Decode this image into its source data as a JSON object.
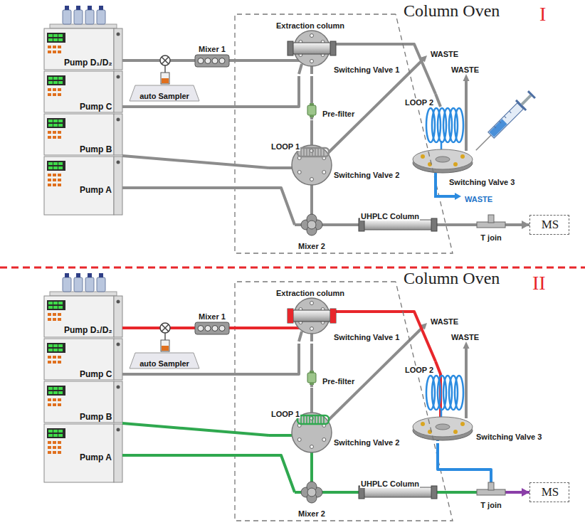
{
  "diagram": {
    "nodes": [
      {
        "text": [
          "Column Oven"
        ]
      },
      {
        "text": [
          "Pump D₁/D₂"
        ]
      },
      {
        "text": [
          "Pump C"
        ]
      },
      {
        "text": [
          "Pump B"
        ]
      },
      {
        "text": [
          "Pump A"
        ]
      },
      {
        "text": [
          "auto Sampler"
        ]
      },
      {
        "text": [
          "Mixer 1"
        ]
      },
      {
        "text": [
          "Extraction column",
          "Switching Valve 1"
        ],
        "in": 0
      },
      {
        "text": [
          "Pre-filter"
        ],
        "in": 0
      },
      {
        "text": [
          "LOOP 1",
          "Switching Valve 2"
        ],
        "in": 0
      },
      {
        "text": [
          "Mixer 2"
        ],
        "in": 0
      },
      {
        "text": [
          "UHPLC Column"
        ],
        "in": 0
      },
      {
        "text": [
          "LOOP 2",
          "Switching Valve 3"
        ]
      },
      {
        "text": [
          "T join"
        ]
      },
      {
        "text": [
          "MS"
        ]
      },
      {
        "text": [
          "Column Oven"
        ]
      },
      {
        "text": [
          "Pump D₁/D₂"
        ]
      },
      {
        "text": [
          "Pump C"
        ]
      },
      {
        "text": [
          "Pump B"
        ]
      },
      {
        "text": [
          "Pump A"
        ]
      },
      {
        "text": [
          "auto Sampler"
        ]
      },
      {
        "text": [
          "Mixer 1"
        ]
      },
      {
        "text": [
          "Extraction column",
          "Switching Valve 1"
        ],
        "in": 15
      },
      {
        "text": [
          "Pre-filter"
        ],
        "in": 15
      },
      {
        "text": [
          "LOOP 1",
          "Switching Valve 2"
        ],
        "in": 15
      },
      {
        "text": [
          "Mixer 2"
        ],
        "in": 15
      },
      {
        "text": [
          "UHPLC Column"
        ],
        "in": 15
      },
      {
        "text": [
          "LOOP 2",
          "Switching Valve 3"
        ]
      },
      {
        "text": [
          "T join"
        ]
      },
      {
        "text": [
          "MS"
        ]
      }
    ],
    "edges": [
      {
        "from": 1,
        "to": 5,
        "arrow": "none"
      },
      {
        "from": 5,
        "to": 6,
        "arrow": "none"
      },
      {
        "from": 6,
        "to": 7,
        "arrow": "none"
      },
      {
        "from": 2,
        "to": 7,
        "arrow": "none"
      },
      {
        "from": 7,
        "to": 8,
        "arrow": "none"
      },
      {
        "from": 8,
        "to": 9,
        "arrow": "none"
      },
      {
        "from": 3,
        "to": 9,
        "arrow": "none"
      },
      {
        "from": 9,
        "to": 10,
        "arrow": "none"
      },
      {
        "from": 4,
        "to": 10,
        "arrow": "none"
      },
      {
        "from": 10,
        "to": 11,
        "arrow": "none"
      },
      {
        "from": 11,
        "to": 13,
        "arrow": "none"
      },
      {
        "from": 13,
        "to": 14,
        "arrow": "to"
      },
      {
        "from": 7,
        "to": 12,
        "arrow": "none"
      },
      {
        "from": 16,
        "to": 20,
        "arrow": "none"
      },
      {
        "from": 20,
        "to": 21,
        "arrow": "none"
      },
      {
        "from": 21,
        "to": 22,
        "arrow": "none"
      },
      {
        "from": 17,
        "to": 22,
        "arrow": "none"
      },
      {
        "from": 22,
        "to": 23,
        "arrow": "none"
      },
      {
        "from": 23,
        "to": 24,
        "arrow": "none"
      },
      {
        "from": 18,
        "to": 24,
        "arrow": "none"
      },
      {
        "from": 24,
        "to": 25,
        "arrow": "none"
      },
      {
        "from": 19,
        "to": 25,
        "arrow": "none"
      },
      {
        "from": 25,
        "to": 26,
        "arrow": "none"
      },
      {
        "from": 26,
        "to": 28,
        "arrow": "none"
      },
      {
        "from": 28,
        "to": 29,
        "arrow": "to"
      },
      {
        "from": 22,
        "to": 27,
        "arrow": "none"
      },
      {
        "from": 27,
        "to": 28,
        "arrow": "none"
      }
    ],
    "labels": [
      "I",
      "WASTE",
      "WASTE",
      "WASTE",
      "II",
      "WASTE",
      "WASTE"
    ]
  }
}
